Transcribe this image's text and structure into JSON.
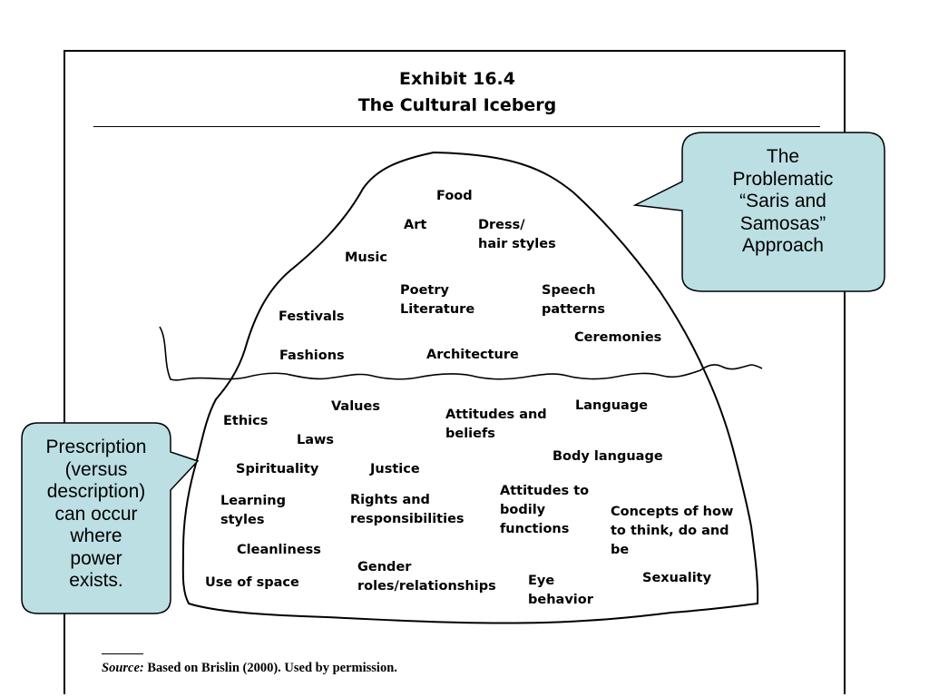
{
  "exhibit": {
    "title_line1": "Exhibit 16.4",
    "title_line2": "The Cultural Iceberg"
  },
  "above_water": {
    "food": "Food",
    "art": "Art",
    "dress_1": "Dress/",
    "dress_2": "hair styles",
    "music": "Music",
    "poetry_1": "Poetry",
    "poetry_2": "Literature",
    "speech_1": "Speech",
    "speech_2": "patterns",
    "festivals": "Festivals",
    "ceremonies": "Ceremonies",
    "fashions": "Fashions",
    "architecture": "Architecture"
  },
  "below_water": {
    "ethics": "Ethics",
    "values": "Values",
    "attitudes_1": "Attitudes and",
    "attitudes_2": "beliefs",
    "language": "Language",
    "laws": "Laws",
    "body_language": "Body language",
    "spirituality": "Spirituality",
    "justice": "Justice",
    "bodily_1": "Attitudes to",
    "bodily_2": "bodily",
    "bodily_3": "functions",
    "learning_1": "Learning",
    "learning_2": "styles",
    "rights_1": "Rights and",
    "rights_2": "responsibilities",
    "concepts_1": "Concepts of how",
    "concepts_2": "to think, do and",
    "concepts_3": "be",
    "cleanliness": "Cleanliness",
    "gender_1": "Gender",
    "gender_2": "roles/relationships",
    "space": "Use of space",
    "eye_1": "Eye",
    "eye_2": "behavior",
    "sexuality": "Sexuality"
  },
  "callouts": {
    "top_right": [
      "The",
      "Problematic",
      "“Saris and",
      "Samosas”",
      "Approach"
    ],
    "left": [
      "Prescription",
      "(versus",
      "description)",
      "can occur",
      "where",
      "power",
      "exists."
    ],
    "fill_color": "#bcdfe4"
  },
  "source": {
    "prefix": "Source:",
    "text": " Based on Brislin (2000). Used by permission."
  }
}
